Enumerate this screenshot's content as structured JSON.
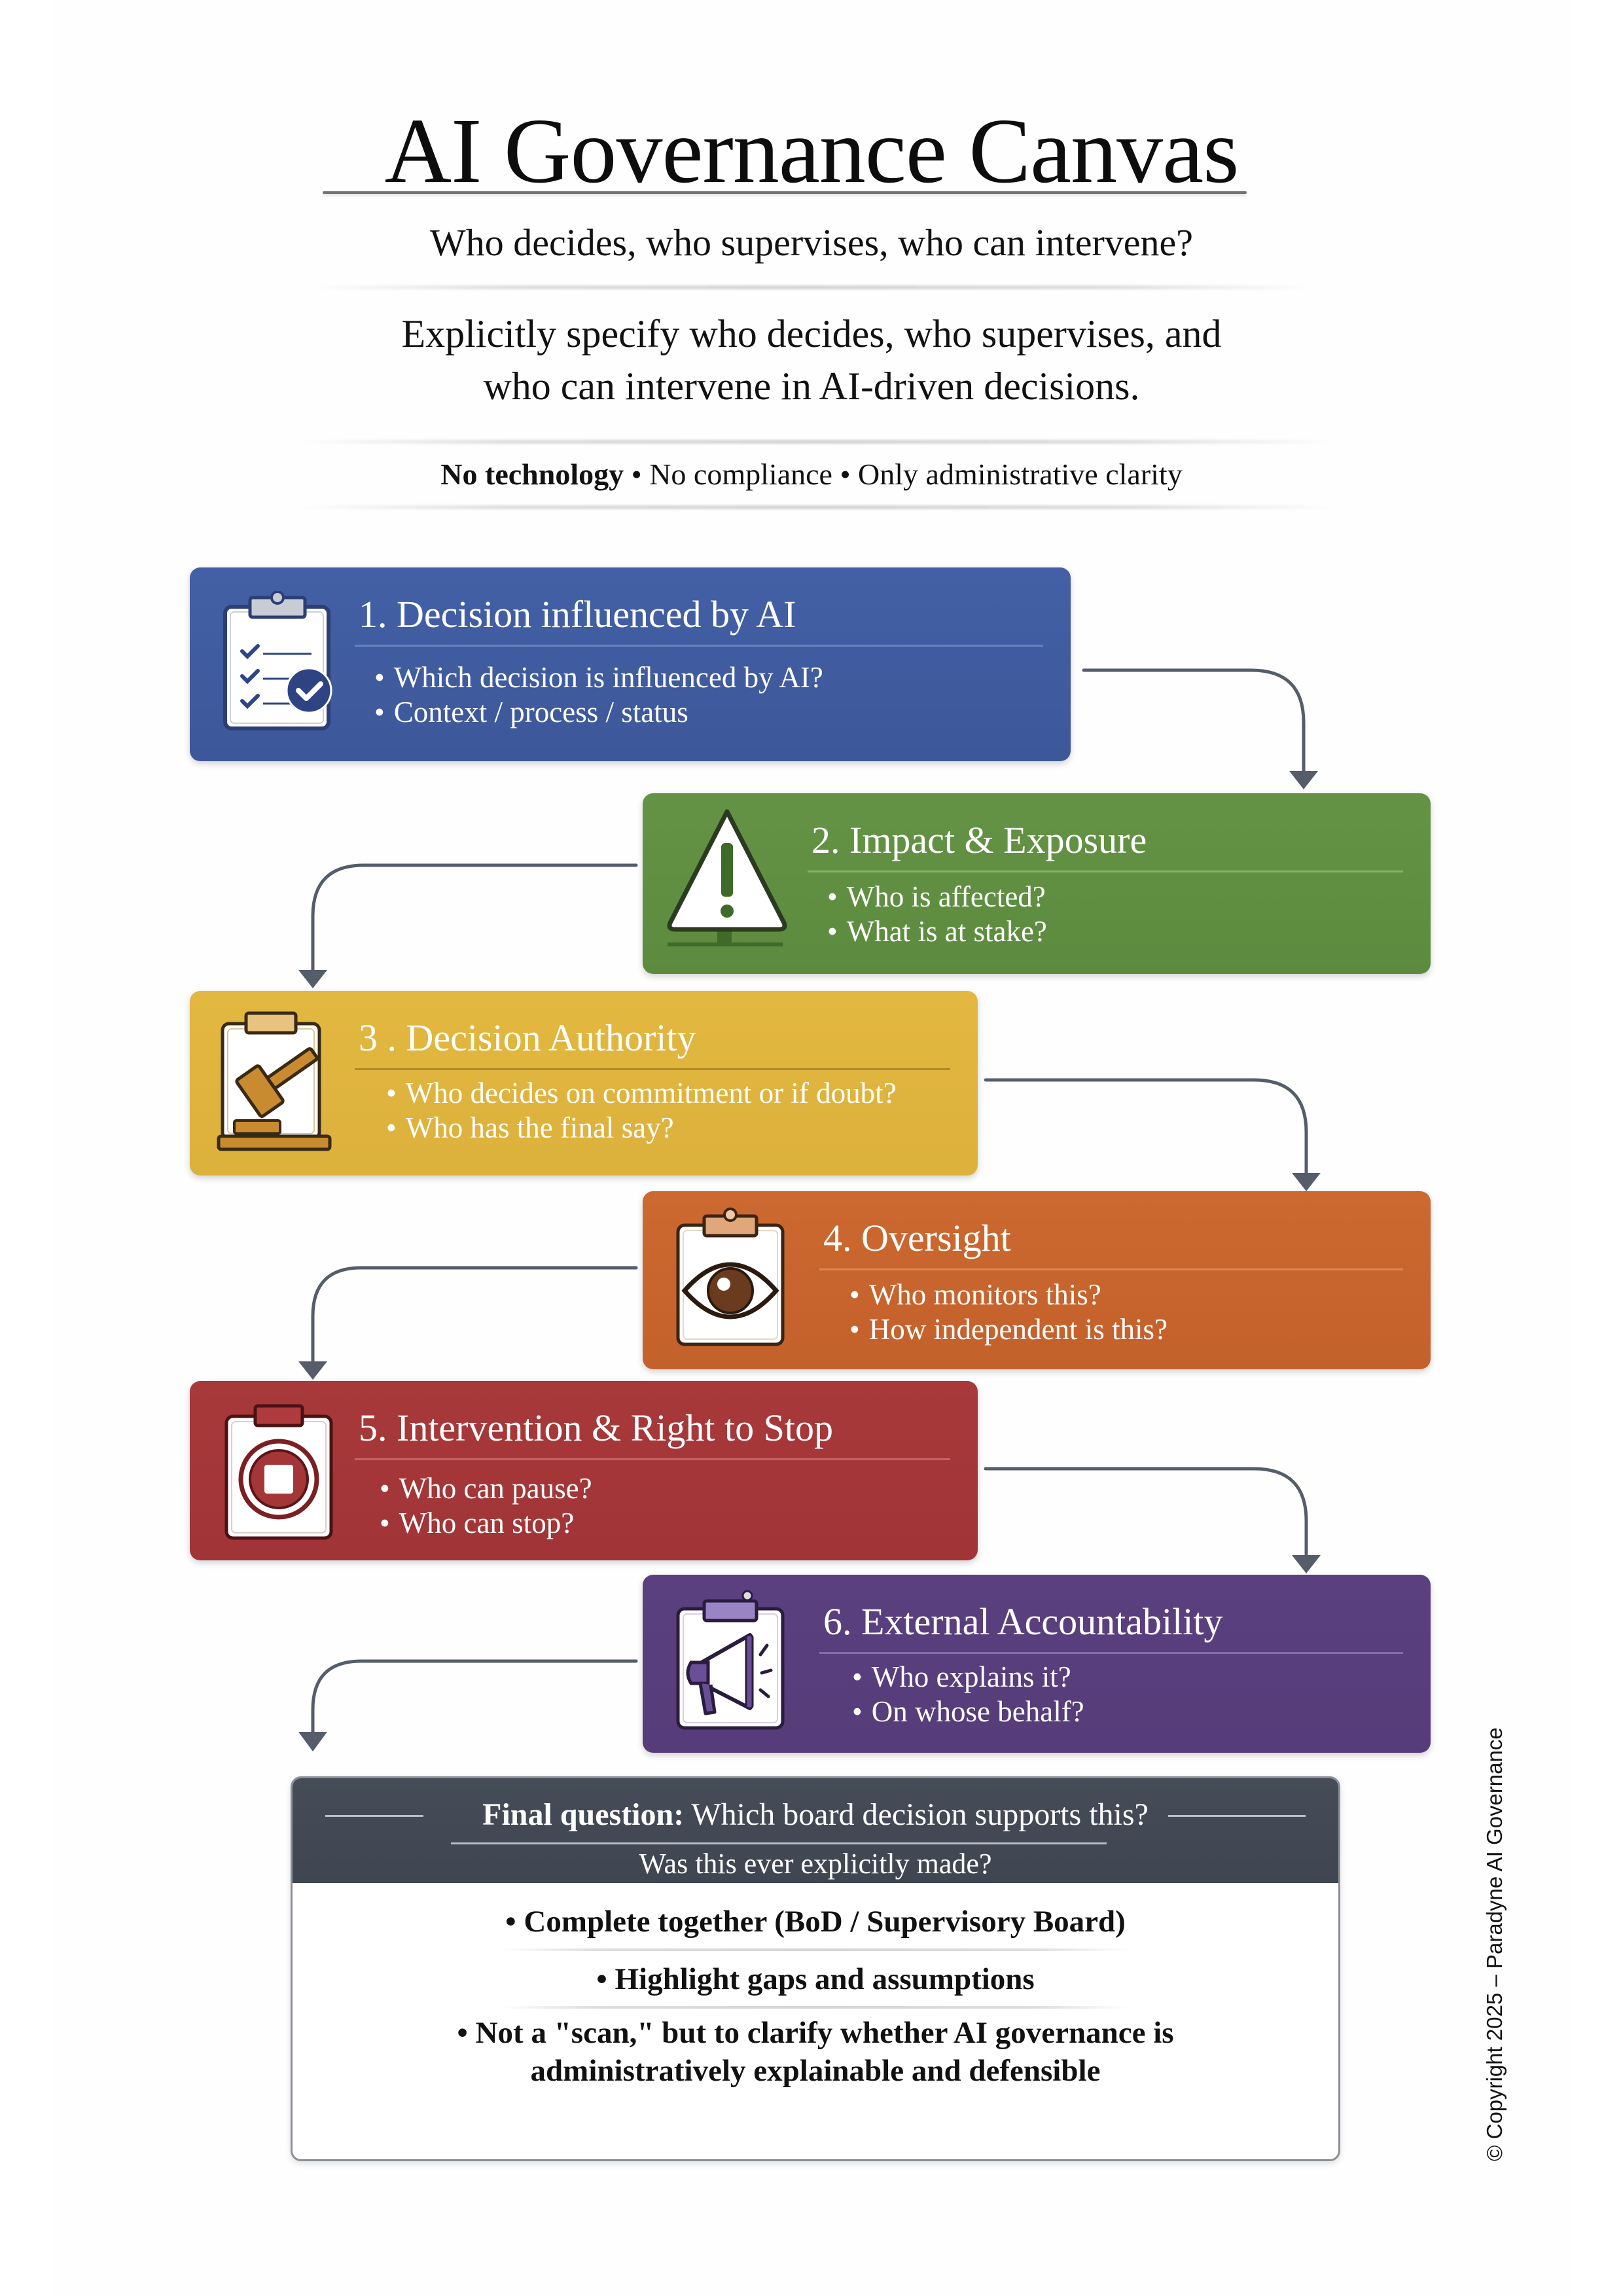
{
  "header": {
    "title": "AI Governance Canvas",
    "subtitle": "Who decides, who supervises, who can intervene?",
    "description_line1": "Explicitly specify who decides, who supervises, and",
    "description_line2": "who can intervene in AI-driven decisions.",
    "tagline_bold": "No technology",
    "tagline_rest": " • No compliance • Only administrative clarity"
  },
  "steps": [
    {
      "title": "1. Decision influenced by AI",
      "icon": "clipboard-checklist-icon",
      "color": "#3F5BA0",
      "bullets": [
        "Which decision is influenced by AI?",
        "Context / process / status"
      ]
    },
    {
      "title": "2. Impact & Exposure",
      "icon": "warning-sign-icon",
      "color": "#5F8E42",
      "bullets": [
        "Who is affected?",
        "What is at stake?"
      ]
    },
    {
      "title": "3 . Decision Authority",
      "icon": "gavel-icon",
      "color": "#DFB43E",
      "bullets": [
        "Who decides on commitment or if doubt?",
        "Who has the final say?"
      ]
    },
    {
      "title": "4. Oversight",
      "icon": "eye-icon",
      "color": "#C8642D",
      "bullets": [
        "Who monitors this?",
        "How independent is this?"
      ]
    },
    {
      "title": "5. Intervention & Right to Stop",
      "icon": "stop-button-icon",
      "color": "#A5383A",
      "bullets": [
        "Who can pause?",
        "Who can stop?"
      ]
    },
    {
      "title": "6. External Accountability",
      "icon": "megaphone-icon",
      "color": "#5A3F7E",
      "bullets": [
        "Who explains it?",
        "On whose behalf?"
      ]
    }
  ],
  "final": {
    "question_label": "Final question:",
    "question_text": " Which board decision supports this?",
    "sub_question": "Was this ever explicitly made?",
    "points": [
      "• Complete together (BoD / Supervisory Board)",
      "• Highlight gaps and assumptions",
      "• Not a \"scan,\" but to clarify whether AI governance is",
      "administratively explainable and defensible"
    ]
  },
  "footer": {
    "copyright": "© Copyright 2025 – Paradyne AI Governance"
  },
  "colors": {
    "connector": "#555d6b",
    "final_header": "#434a55"
  }
}
